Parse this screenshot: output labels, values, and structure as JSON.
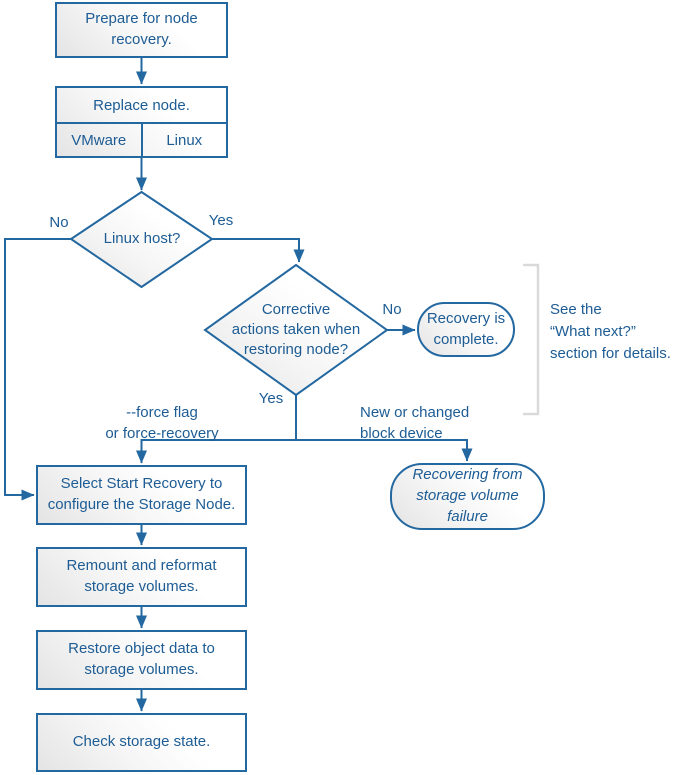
{
  "diagram": {
    "title": "Storage node recovery flowchart",
    "colors": {
      "stroke": "#2368a0",
      "text": "#1d5c94",
      "bracket": "#d9d9d9",
      "shape_fill_from": "#e4e4e4",
      "shape_fill_to": "#ffffff"
    },
    "nodes": {
      "prepare": "Prepare for node\nrecovery.",
      "replace_header": "Replace node.",
      "replace_cell_vmware": "VMware",
      "replace_cell_linux": "Linux",
      "linux_host_question": "Linux host?",
      "corrective_question": "Corrective\nactions taken when\nrestoring node?",
      "recovery_complete": "Recovery is\ncomplete.",
      "select_start_recovery": "Select Start Recovery to\nconfigure the Storage Node.",
      "recovering_storage_volume": "Recovering from\nstorage volume\nfailure",
      "remount_reformat": "Remount and reformat\nstorage volumes.",
      "restore_object_data": "Restore object data to\nstorage volumes.",
      "check_storage_state": "Check storage state."
    },
    "labels": {
      "linux_host_no": "No",
      "linux_host_yes": "Yes",
      "corrective_no": "No",
      "corrective_yes": "Yes",
      "force_flag": "--force flag\nor force-recovery",
      "block_device": "New or changed\nblock device",
      "see_note": "See the\n“What next?”\nsection for details."
    }
  }
}
